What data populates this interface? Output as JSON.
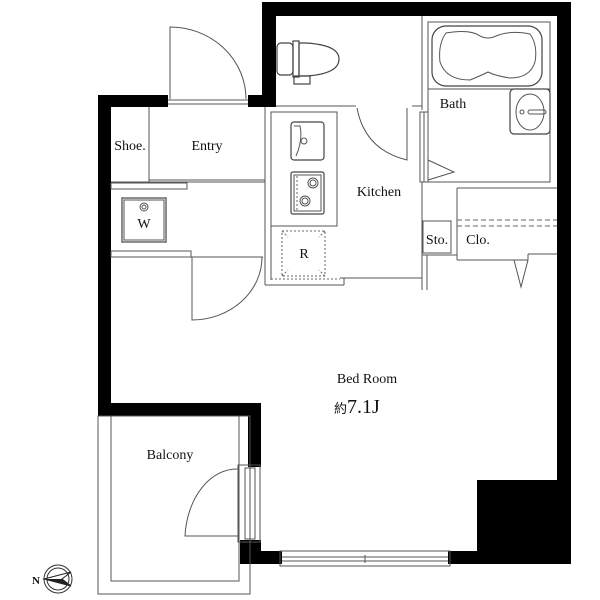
{
  "floor_plan": {
    "rooms": [
      {
        "id": "shoe",
        "label": "Shoe."
      },
      {
        "id": "entry",
        "label": "Entry"
      },
      {
        "id": "kitchen",
        "label": "Kitchen"
      },
      {
        "id": "bath",
        "label": "Bath"
      },
      {
        "id": "storage",
        "label": "Sto."
      },
      {
        "id": "closet",
        "label": "Clo."
      },
      {
        "id": "bedroom",
        "label": "Bed Room"
      },
      {
        "id": "balcony",
        "label": "Balcony"
      }
    ],
    "fixtures": {
      "washer": "W",
      "refrigerator": "R"
    },
    "bedroom_area": {
      "prefix": "約",
      "value": "7.1J"
    },
    "compass": {
      "label": "N"
    },
    "colors": {
      "wall": "#000000",
      "line": "#555555",
      "background": "#ffffff"
    }
  }
}
